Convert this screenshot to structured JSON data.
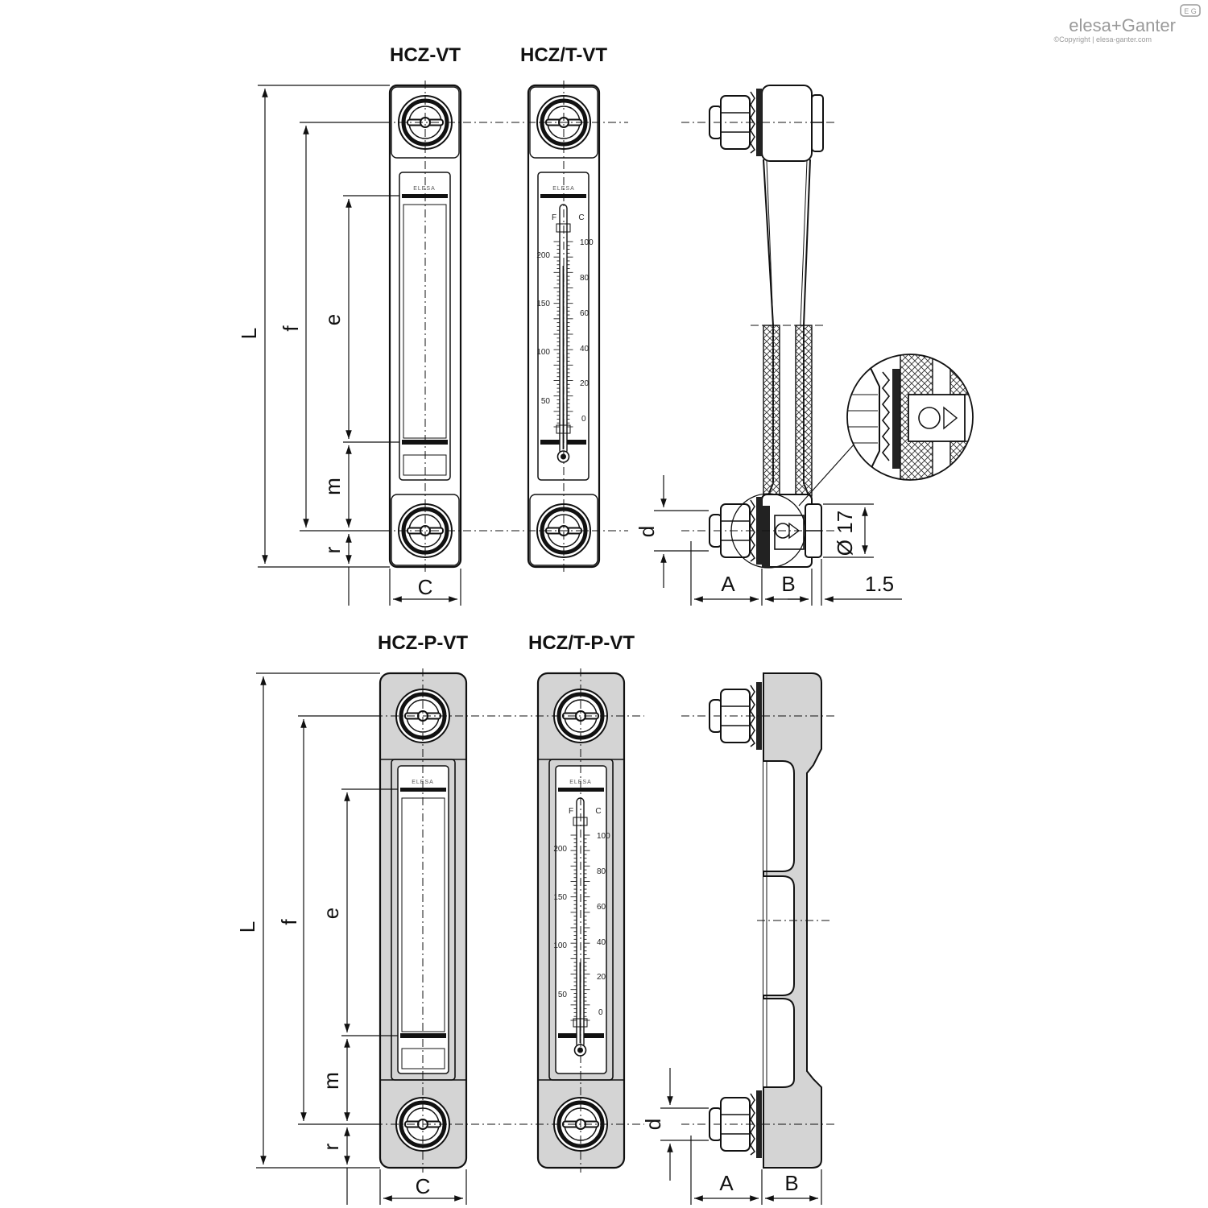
{
  "logo": {
    "brand": "elesa+Ganter",
    "copyright": "©Copyright | elesa-ganter.com",
    "badge": "E G"
  },
  "variants": {
    "hcz_vt": "HCZ-VT",
    "hcz_t_vt": "HCZ/T-VT",
    "hcz_p_vt": "HCZ-P-VT",
    "hcz_t_p_vt": "HCZ/T-P-VT"
  },
  "front_brand": "ELESA",
  "thermometer": {
    "units_f": "F",
    "units_c": "C",
    "fahrenheit_ticks": [
      "200",
      "150",
      "100",
      "50"
    ],
    "celsius_ticks": [
      "100",
      "80",
      "60",
      "40",
      "20",
      "0"
    ]
  },
  "dimensions": {
    "L": "L",
    "f": "f",
    "e": "e",
    "m": "m",
    "r": "r",
    "C": "C",
    "A": "A",
    "B": "B",
    "d": "d",
    "gap": "1.5",
    "diameter": "Ø 17"
  },
  "colors": {
    "line": "#111111",
    "plastic_fill": "#d4d4d4",
    "window_fill": "#ffffff",
    "logo_gray": "#9a9a9a"
  }
}
